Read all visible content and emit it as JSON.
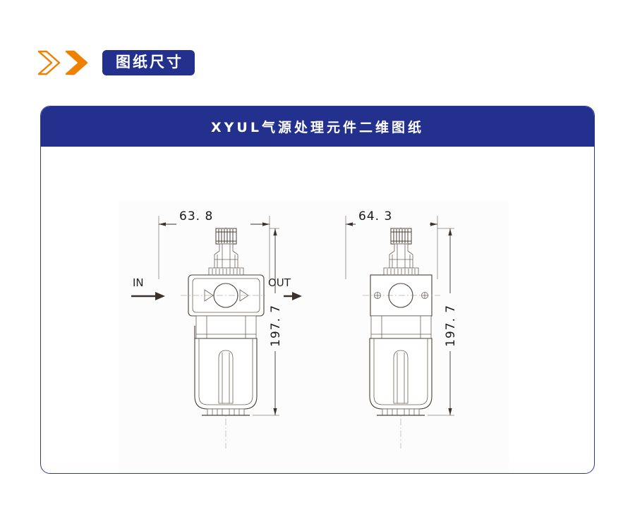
{
  "section": {
    "badge_label": "图纸尺寸",
    "chevron_icon_outline": "chevron-right-outline",
    "chevron_icon_filled": "chevron-right-filled",
    "badge_color": "#23308e",
    "chevron_color": "#f08000"
  },
  "card": {
    "title": "XYUL气源处理元件二维图纸",
    "header_color": "#23308e",
    "border_color": "#2b3a94"
  },
  "drawing": {
    "canvas_background": "#fcfcfc",
    "line_color": "#4a4039",
    "views": [
      {
        "name": "front-view",
        "width_dimension": "63. 8",
        "height_dimension": "197. 7",
        "inlet_label": "IN",
        "outlet_label": "OUT"
      },
      {
        "name": "side-view",
        "width_dimension": "64. 3",
        "height_dimension": "197. 7"
      }
    ]
  }
}
